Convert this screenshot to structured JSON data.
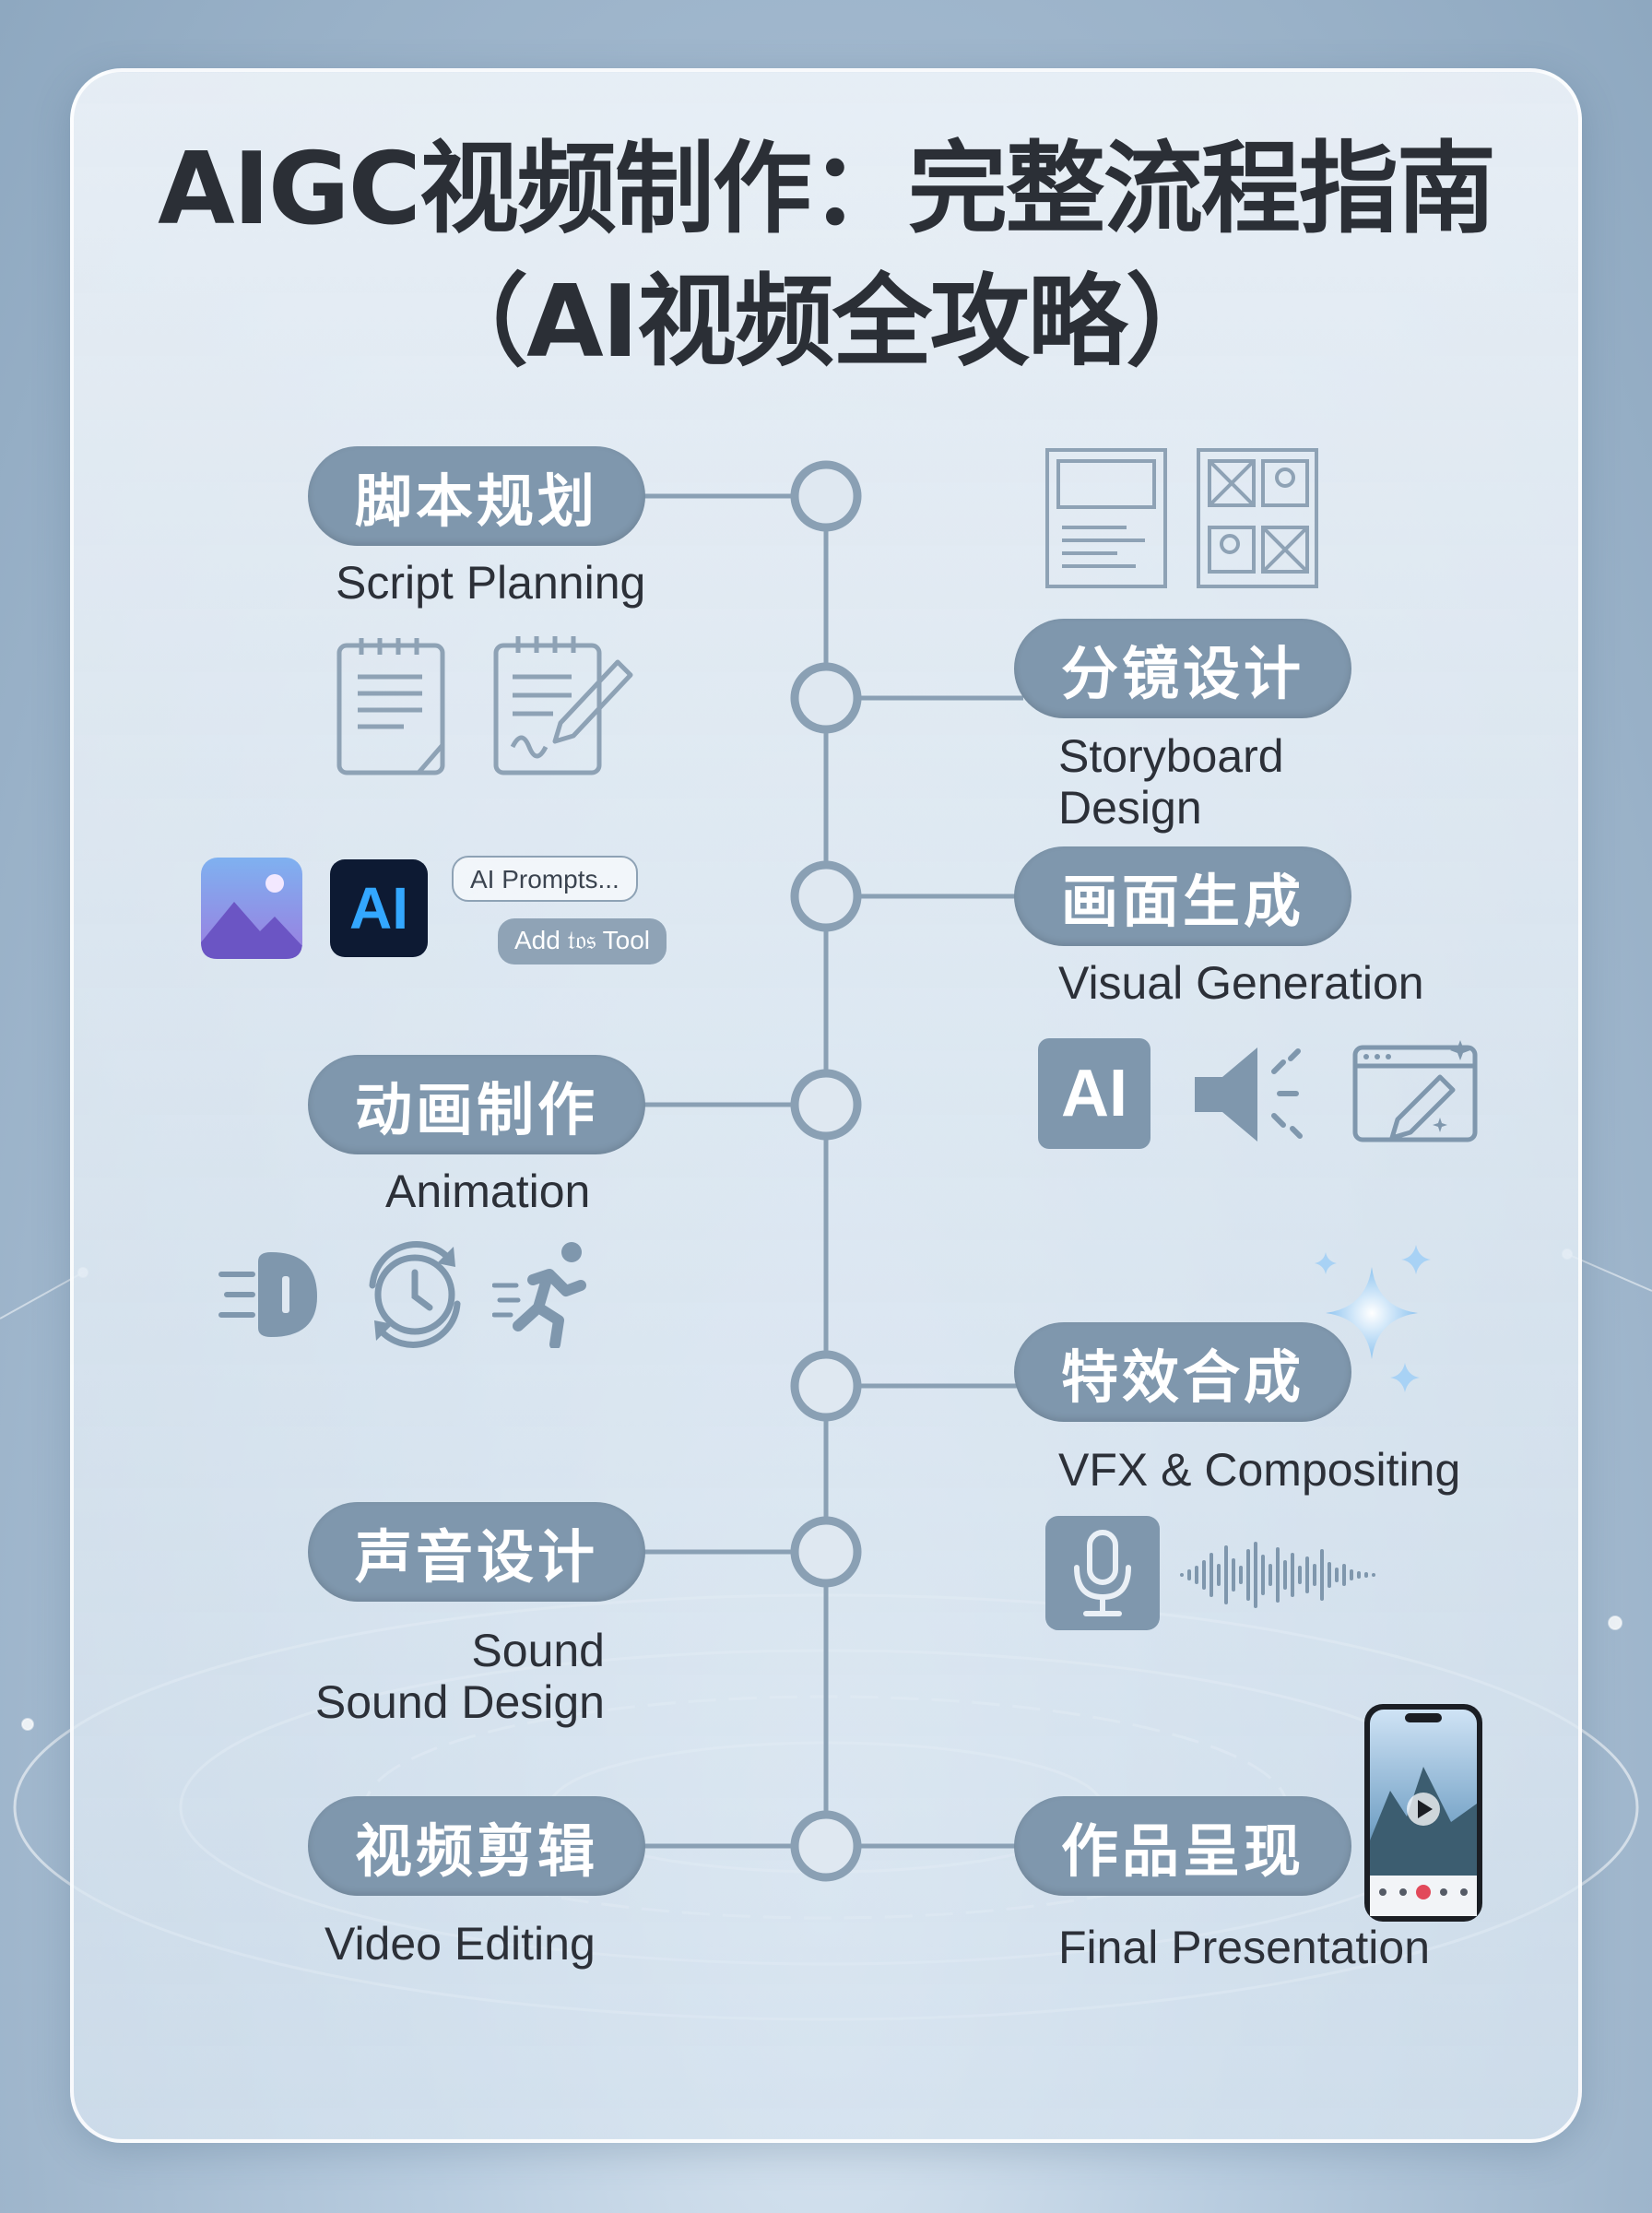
{
  "title": {
    "line1": "AIGC视频制作：完整流程指南",
    "line2": "（AI视频全攻略）"
  },
  "steps": [
    {
      "zh": "脚本规划",
      "en": "Script Planning"
    },
    {
      "zh": "分镜设计",
      "en": "Storyboard\nDesign"
    },
    {
      "zh": "画面生成",
      "en": "Visual Generation"
    },
    {
      "zh": "动画制作",
      "en": "Animation"
    },
    {
      "zh": "特效合成",
      "en": "VFX & Compositing"
    },
    {
      "zh": "声音设计",
      "en": "Sound\nSound Design"
    },
    {
      "zh": "视频剪辑",
      "en": "Video Editing"
    },
    {
      "zh": "作品呈现",
      "en": "Final Presentation"
    }
  ],
  "chips": {
    "prompts": "AI Prompts...",
    "tool": "Add 𝔱𝔬𝔰 Tool"
  },
  "ai_tile_label": "AI",
  "icons": [
    "script-document-icon",
    "script-notepad-pencil-icon",
    "storyboard-frame-icon",
    "storyboard-panels-icon",
    "image-icon",
    "ai-app-icon",
    "ai-tile-icon",
    "speaker-icon",
    "magic-pen-window-icon",
    "speed-motion-icon",
    "clock-cycle-icon",
    "running-person-icon",
    "sparkles-icon",
    "microphone-icon",
    "waveform-icon",
    "phone-video-icon"
  ],
  "colors": {
    "pill": "#7f97ad",
    "line": "#8aa0b4",
    "node_ring": "#8aa0b4",
    "title": "#2b2f36"
  }
}
